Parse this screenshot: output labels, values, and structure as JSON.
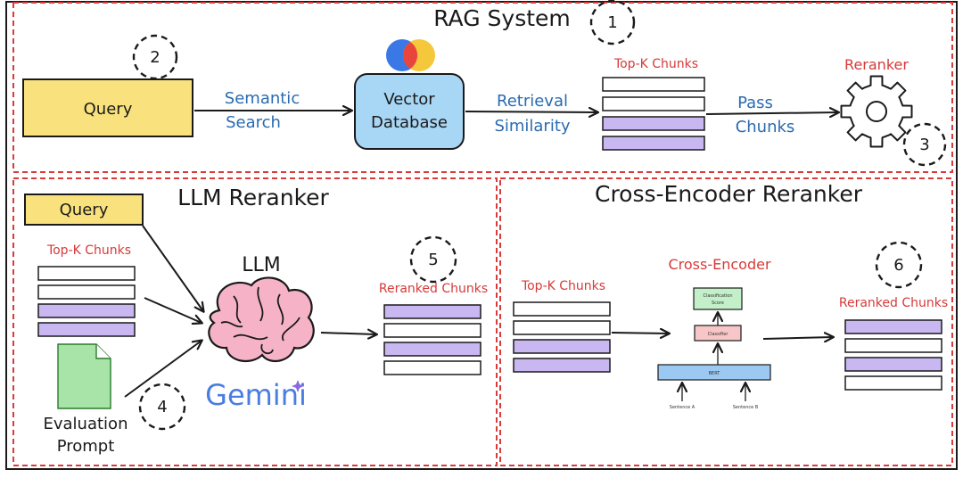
{
  "colors": {
    "chunk_white": "#ffffff",
    "chunk_purple": "#c9b7f2",
    "query_fill": "#f9e27d",
    "vector_db_fill": "#a8d6f5",
    "dashed_border": "#d93a3a",
    "label_blue": "#2a6bb0",
    "label_red": "#d63a3a",
    "document_green": "#a8e3a8",
    "brain_pink": "#f6b3c8",
    "classifier_fill": "#f8c6c6",
    "classification_fill": "#c3f0c8",
    "bert_fill": "#9cc9f2"
  },
  "icons": [
    "vector-db-logo-icon",
    "gear-icon",
    "brain-icon",
    "document-icon",
    "gemini-logo-icon"
  ],
  "rag": {
    "title": "RAG System",
    "step1": "1",
    "step2": "2",
    "step3": "3",
    "query": "Query",
    "semantic_search": [
      "Semantic",
      "Search"
    ],
    "vector_db": [
      "Vector",
      "Database"
    ],
    "retrieval": [
      "Retrieval",
      "Similarity"
    ],
    "topk": "Top-K Chunks",
    "topk_chunks": [
      "white",
      "white",
      "purple",
      "purple"
    ],
    "pass_chunks": [
      "Pass",
      "Chunks"
    ],
    "reranker": "Reranker"
  },
  "llm": {
    "title": "LLM Reranker",
    "query": "Query",
    "topk": "Top-K Chunks",
    "topk_chunks": [
      "white",
      "white",
      "purple",
      "purple"
    ],
    "llm_label": "LLM",
    "gemini": "Gemini",
    "eval_prompt": [
      "Evaluation",
      "Prompt"
    ],
    "step4": "4",
    "step5": "5",
    "reranked": "Reranked Chunks",
    "reranked_chunks": [
      "purple",
      "white",
      "purple",
      "white"
    ]
  },
  "cross": {
    "title": "Cross-Encoder Reranker",
    "topk": "Top-K Chunks",
    "topk_chunks": [
      "white",
      "white",
      "purple",
      "purple"
    ],
    "encoder_title": "Cross-Encoder",
    "classification": [
      "Classification",
      "Score"
    ],
    "classifier": "Classifier",
    "bert": "BERT",
    "sentence_a": "Sentence A",
    "sentence_b": "Sentence B",
    "step6": "6",
    "reranked": "Reranked Chunks",
    "reranked_chunks": [
      "purple",
      "white",
      "purple",
      "white"
    ]
  }
}
